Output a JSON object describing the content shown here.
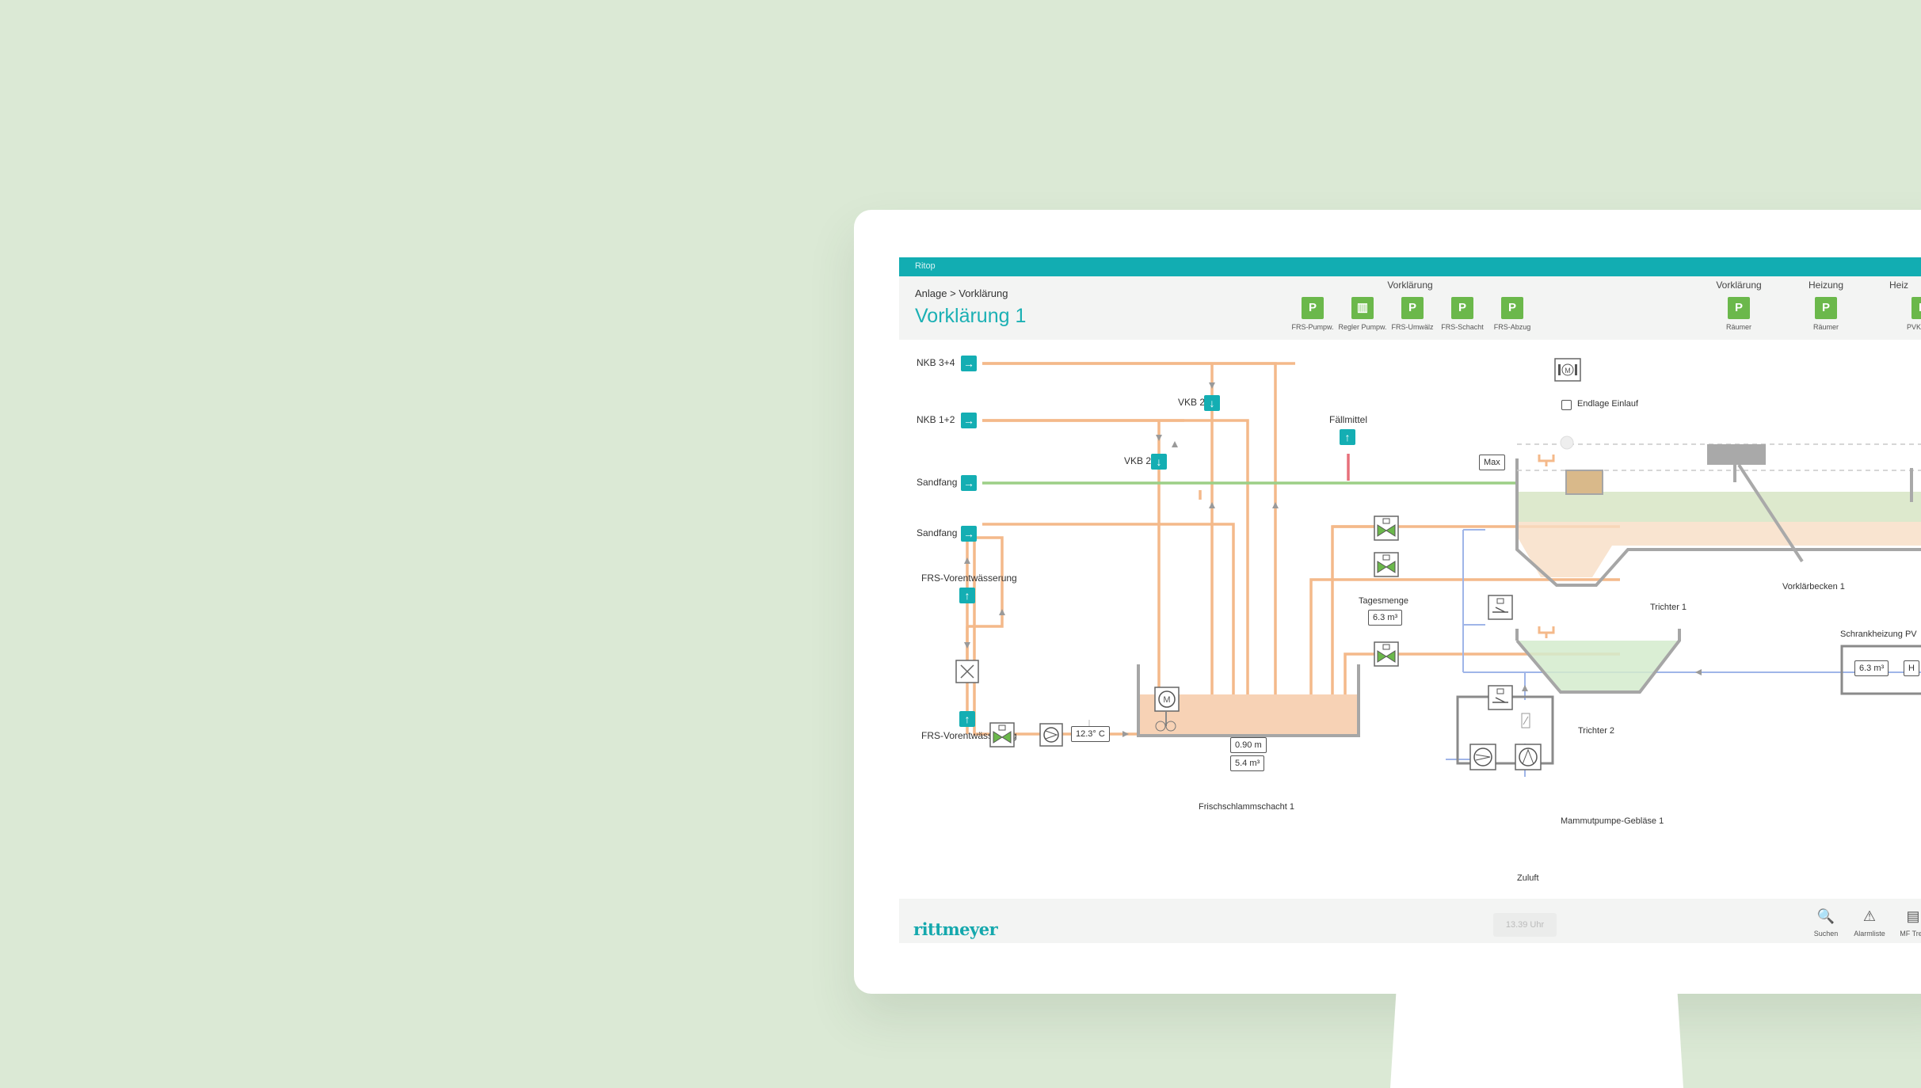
{
  "app": {
    "title": "Ritop"
  },
  "header": {
    "breadcrumb_root": "Anlage",
    "breadcrumb_sep": ">",
    "breadcrumb_current": "Vorklärung",
    "page_title": "Vorklärung 1"
  },
  "pump_groups": [
    {
      "title": "Vorklärung",
      "items": [
        {
          "symbol": "P",
          "label": "FRS-Pumpw."
        },
        {
          "symbol": "▥",
          "label": "Regler Pumpw."
        },
        {
          "symbol": "P",
          "label": "FRS-Umwälz"
        },
        {
          "symbol": "P",
          "label": "FRS-Schacht"
        },
        {
          "symbol": "P",
          "label": "FRS-Abzug"
        }
      ]
    },
    {
      "title": "Vorklärung",
      "items": [
        {
          "symbol": "P",
          "label": "Räumer"
        }
      ]
    },
    {
      "title": "Heizung",
      "items": [
        {
          "symbol": "P",
          "label": "Räumer"
        }
      ]
    },
    {
      "title": "Heiz",
      "items": [
        {
          "symbol": "P",
          "label": "PVK"
        }
      ]
    }
  ],
  "inlets": [
    {
      "label": "NKB 3+4",
      "arrow": "→"
    },
    {
      "label": "NKB 1+2",
      "arrow": "→"
    },
    {
      "label": "Sandfang",
      "arrow": "→"
    },
    {
      "label": "Sandfang",
      "arrow": "→"
    }
  ],
  "vkb": [
    {
      "label": "VKB 2",
      "arrow": "↓"
    },
    {
      "label": "VKB 2",
      "arrow": "↓"
    }
  ],
  "faellmittel": {
    "label": "Fällmittel",
    "arrow": "↑"
  },
  "frs_vorent_top": {
    "label": "FRS-Vorentwässerung",
    "arrow": "↑"
  },
  "frs_vorent_bottom": {
    "label": "FRS-Vorentwässerung",
    "arrow": "↑"
  },
  "temperature": "12.3° C",
  "schacht": {
    "label": "Frischschlammschacht 1",
    "level": "0.90 m",
    "volume": "5.4 m³"
  },
  "tagesmenge": {
    "label": "Tagesmenge",
    "value": "6.3 m³"
  },
  "trichter1": "Trichter 1",
  "trichter2": "Trichter 2",
  "vorklaerbecken": "Vorklärbecken 1",
  "max_label": "Max",
  "endlage": "Endlage Einlauf",
  "motor_symbol": "M",
  "mammut": {
    "label": "Mammutpumpe-Gebläse 1",
    "zuluft": "Zuluft"
  },
  "schrank": {
    "label": "Schrankheizung PV",
    "value": "6.3 m³",
    "cut": "H"
  },
  "footer": {
    "logo": "rittmeyer",
    "time": "13.39 Uhr",
    "buttons": [
      {
        "icon": "🔍",
        "label": "Suchen"
      },
      {
        "icon": "⚠",
        "label": "Alarmliste"
      },
      {
        "icon": "▤",
        "label": "MF Tren"
      }
    ]
  },
  "colors": {
    "accent": "#12adb2",
    "pump_ok": "#6bb84b",
    "sludge": "#f4b98a",
    "water": "#9ccf86",
    "air": "#9fb5e8",
    "chemical": "#e7707b"
  }
}
